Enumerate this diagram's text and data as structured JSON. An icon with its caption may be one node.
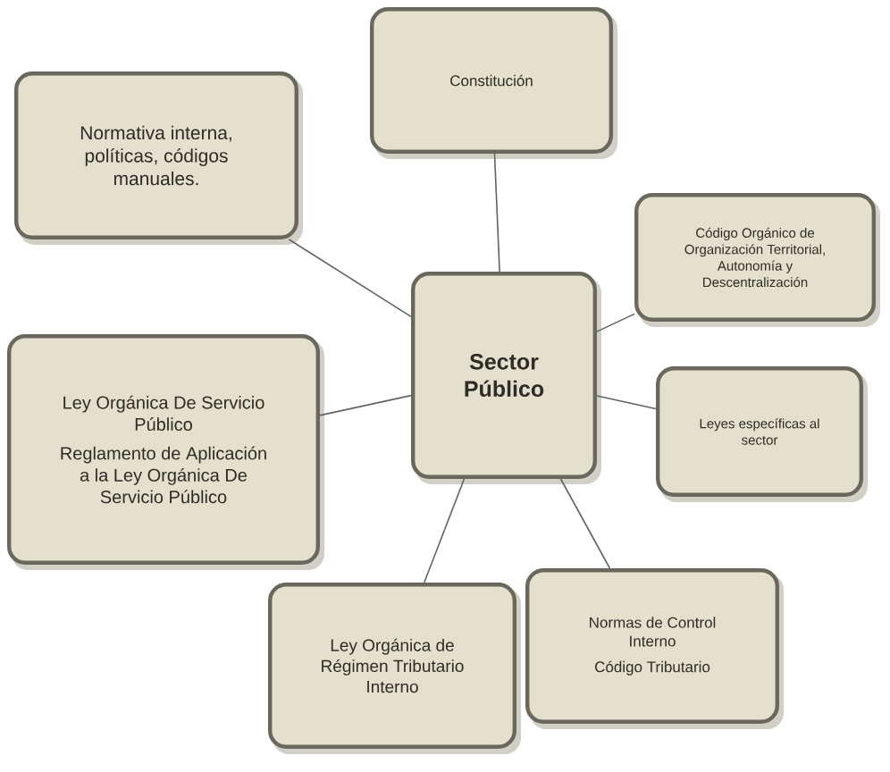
{
  "diagram": {
    "nodes": [
      {
        "text": [
          "Constitución"
        ]
      },
      {
        "text": [
          "Normativa interna, políticas, códigos manuales."
        ]
      },
      {
        "text": [
          "Código Orgánico de Organización Territorial, Autonomía y Descentralización"
        ]
      },
      {
        "text": [
          "Sector Público"
        ]
      },
      {
        "text": [
          "Ley Orgánica De Servicio Público",
          "Reglamento de Aplicación a la Ley Orgánica De Servicio Público"
        ]
      },
      {
        "text": [
          "Leyes específicas al sector"
        ]
      },
      {
        "text": [
          "Ley Orgánica de Régimen Tributario Interno"
        ]
      },
      {
        "text": [
          "Normas de Control Interno",
          "Código Tributario"
        ]
      }
    ],
    "edges": [
      {
        "from": 3,
        "to": 0,
        "arrow": "none"
      },
      {
        "from": 3,
        "to": 1,
        "arrow": "none"
      },
      {
        "from": 3,
        "to": 2,
        "arrow": "none"
      },
      {
        "from": 3,
        "to": 4,
        "arrow": "none"
      },
      {
        "from": 3,
        "to": 5,
        "arrow": "none"
      },
      {
        "from": 3,
        "to": 6,
        "arrow": "none"
      },
      {
        "from": 3,
        "to": 7,
        "arrow": "none"
      }
    ]
  }
}
